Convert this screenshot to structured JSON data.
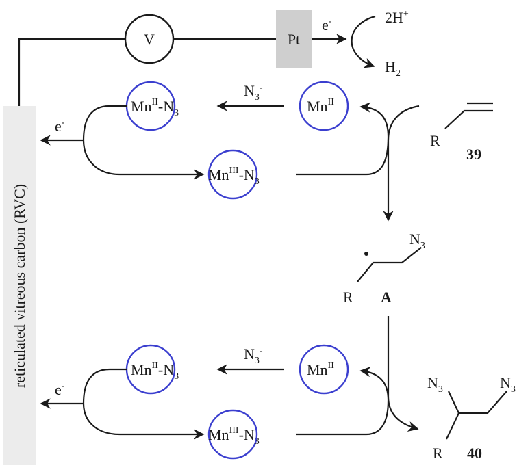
{
  "circuit": {
    "voltmeter": "V",
    "pt_electrode": "Pt",
    "electron": "e",
    "electron_charge": "-",
    "proton": "2H",
    "proton_charge": "+",
    "hydrogen": "H",
    "hydrogen_sub": "2"
  },
  "electrode": {
    "label": "reticulated vitreous carbon (RVC)"
  },
  "cycle": {
    "mn": "Mn",
    "ox2": "II",
    "ox3": "III",
    "azide": "N",
    "azide_sub": "3",
    "azide_anion_charge": "-",
    "electron": "e",
    "electron_charge": "-"
  },
  "compounds": {
    "substrate_number": "39",
    "substituent": "R",
    "radical_label": "A",
    "product_number": "40"
  },
  "colors": {
    "circle_stroke": "#3b3fcf",
    "electrode_fill": "#ececec",
    "pt_fill": "#cfcfcf"
  }
}
